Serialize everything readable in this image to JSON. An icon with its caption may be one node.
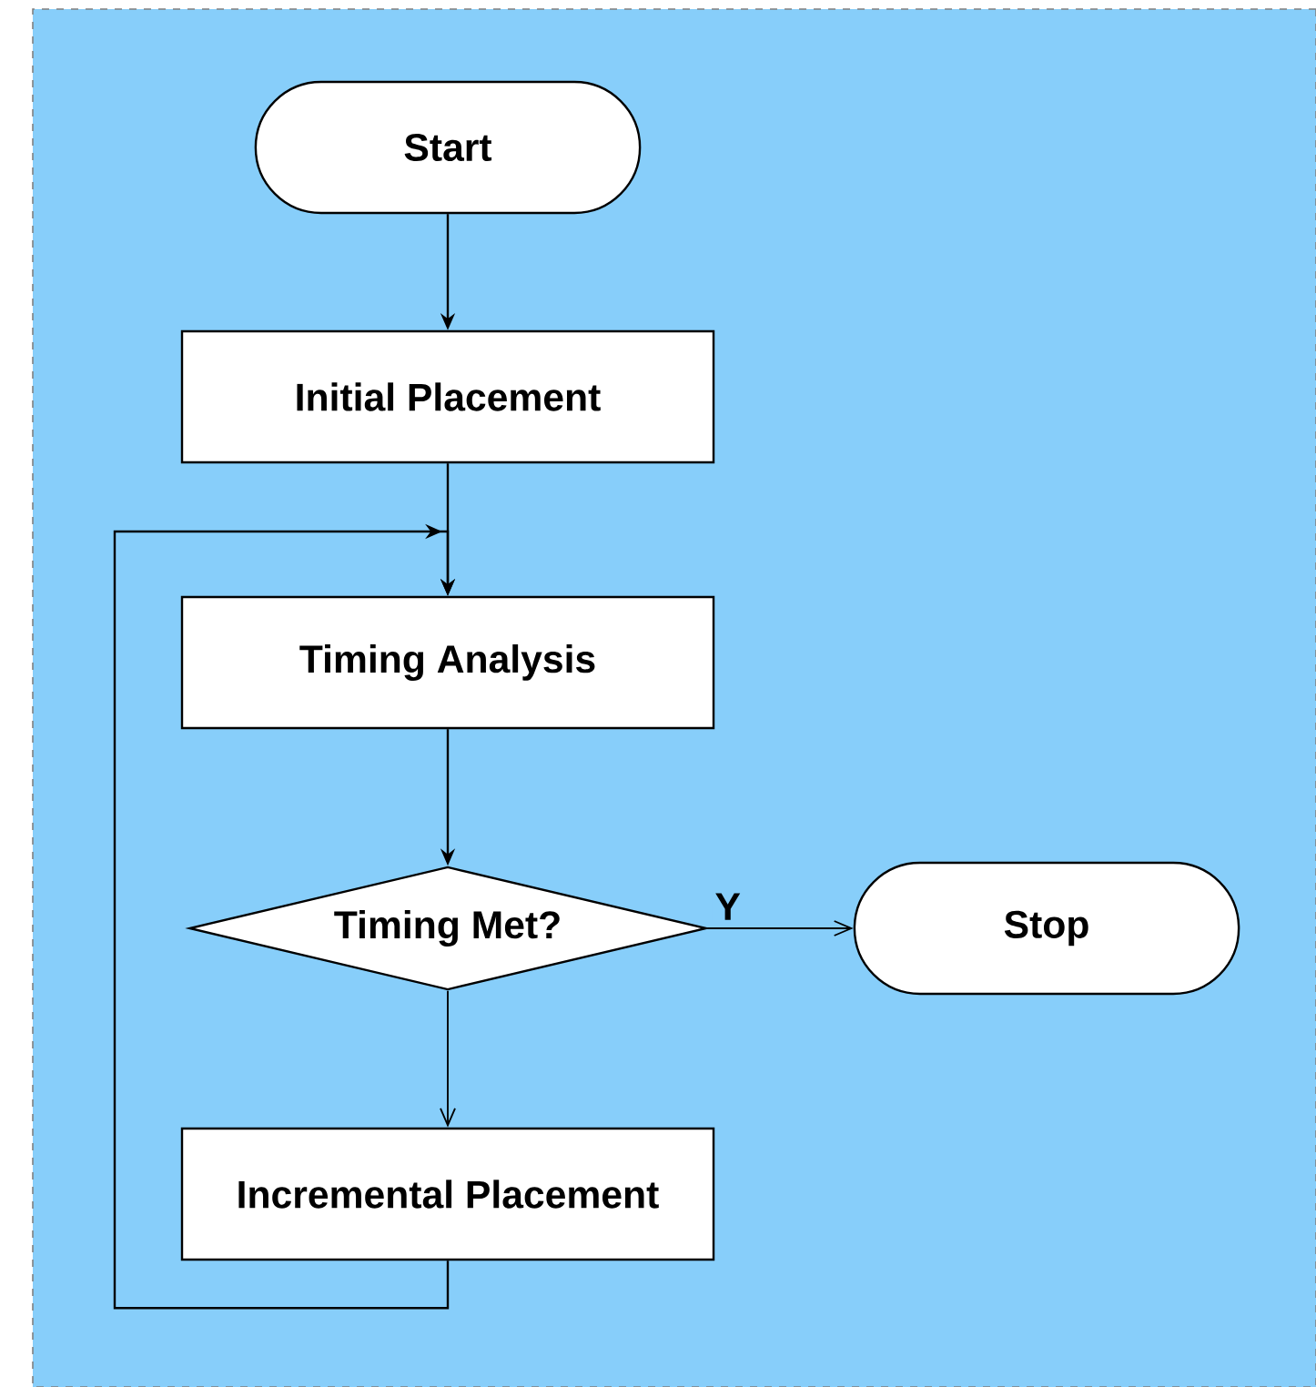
{
  "diagram": {
    "nodes": [
      {
        "text": [
          "Start"
        ]
      },
      {
        "text": [
          "Initial Placement"
        ]
      },
      {
        "text": [
          "Timing Analysis"
        ]
      },
      {
        "text": [
          "Timing Met?"
        ]
      },
      {
        "text": [
          "Stop"
        ]
      },
      {
        "text": [
          "Incremental Placement"
        ]
      }
    ],
    "edges": [
      {
        "from": 0,
        "to": 1,
        "arrow": "to"
      },
      {
        "from": 1,
        "to": 2,
        "arrow": "to"
      },
      {
        "from": 2,
        "to": 3,
        "arrow": "to"
      },
      {
        "from": 3,
        "to": 4,
        "arrow": "to",
        "label": "Y"
      },
      {
        "from": 3,
        "to": 5,
        "arrow": "to"
      },
      {
        "from": 5,
        "to": 2,
        "arrow": "to"
      }
    ]
  }
}
